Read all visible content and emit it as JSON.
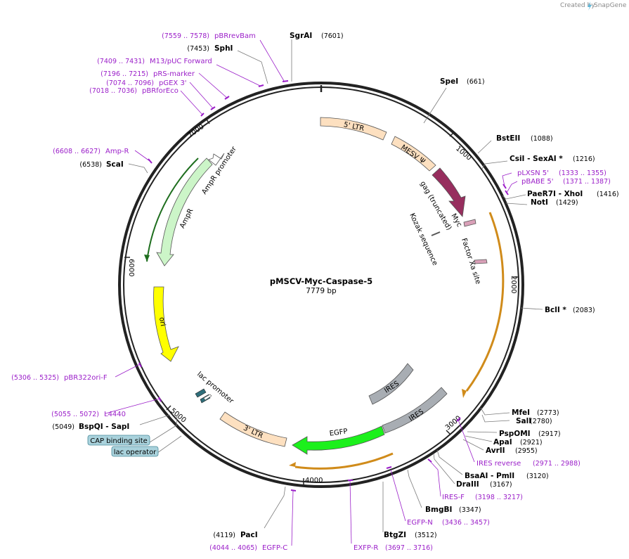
{
  "credit": {
    "prefix": "Created by",
    "brand": "SnapGene"
  },
  "plasmid": {
    "name": "pMSCV-Myc-Caspase-5",
    "size": "7779 bp"
  },
  "ticks": [
    "1000",
    "2000",
    "3000",
    "4000",
    "5000",
    "6000",
    "7000"
  ],
  "features": [
    {
      "id": "ltr5",
      "label": "5' LTR"
    },
    {
      "id": "mesv",
      "label": "MESV Ψ"
    },
    {
      "id": "gag",
      "label": "gag (truncated)"
    },
    {
      "id": "myc",
      "label": "Myc"
    },
    {
      "id": "kozak",
      "label": "Kozak sequence"
    },
    {
      "id": "factorxa",
      "label": "Factor Xa site"
    },
    {
      "id": "ires1",
      "label": "IRES"
    },
    {
      "id": "ires2",
      "label": "IRES"
    },
    {
      "id": "egfp",
      "label": "EGFP"
    },
    {
      "id": "ltr3",
      "label": "3' LTR"
    },
    {
      "id": "lacpromoter",
      "label": "lac promoter"
    },
    {
      "id": "ori",
      "label": "ori"
    },
    {
      "id": "ampr",
      "label": "AmpR"
    },
    {
      "id": "amprpromoter",
      "label": "AmpR promoter"
    }
  ],
  "boxed_labels": [
    "CAP binding site",
    "lac operator"
  ],
  "enzymes_right": [
    {
      "name": "SgrAI",
      "pos": "(7601)"
    },
    {
      "name": "SpeI",
      "pos": "(661)"
    },
    {
      "name": "BstEII",
      "pos": "(1088)"
    },
    {
      "name": "CsiI  - SexAI *",
      "pos": "(1216)"
    },
    {
      "name": "PaeR7I  - XhoI",
      "pos": "(1416)"
    },
    {
      "name": "NotI",
      "pos": "(1429)"
    },
    {
      "name": "BclI *",
      "pos": "(2083)"
    },
    {
      "name": "MfeI",
      "pos": "(2773)"
    },
    {
      "name": "SalI",
      "pos": "(2780)"
    },
    {
      "name": "PspOMI",
      "pos": "(2917)"
    },
    {
      "name": "ApaI",
      "pos": "(2921)"
    },
    {
      "name": "AvrII",
      "pos": "(2955)"
    },
    {
      "name": "BsaAI  - PmlI",
      "pos": "(3120)"
    },
    {
      "name": "DraIII",
      "pos": "(3167)"
    },
    {
      "name": "BmgBI",
      "pos": "(3347)"
    },
    {
      "name": "BtgZI",
      "pos": "(3512)"
    }
  ],
  "enzymes_left": [
    {
      "name": "SphI",
      "pos": "(7453)"
    },
    {
      "name": "ScaI",
      "pos": "(6538)"
    },
    {
      "name": "BspQI  - SapI",
      "pos": "(5049)"
    },
    {
      "name": "PacI",
      "pos": "(4119)"
    }
  ],
  "primers": [
    {
      "name": "pBRrevBam",
      "range": "(7559 .. 7578)"
    },
    {
      "name": "M13/pUC Forward",
      "range": "(7409 .. 7431)"
    },
    {
      "name": "pRS-marker",
      "range": "(7196 .. 7215)"
    },
    {
      "name": "pGEX 3'",
      "range": "(7074 .. 7096)"
    },
    {
      "name": "pBRforEco",
      "range": "(7018 .. 7036)"
    },
    {
      "name": "Amp-R",
      "range": "(6608 .. 6627)"
    },
    {
      "name": "pLXSN 5'",
      "range": "(1333 .. 1355)"
    },
    {
      "name": "pBABE 5'",
      "range": "(1371 .. 1387)"
    },
    {
      "name": "IRES reverse",
      "range": "(2971 .. 2988)"
    },
    {
      "name": "IRES-F",
      "range": "(3198 .. 3217)"
    },
    {
      "name": "EGFP-N",
      "range": "(3436 .. 3457)"
    },
    {
      "name": "EXFP-R",
      "range": "(3697 .. 3716)"
    },
    {
      "name": "EGFP-C",
      "range": "(4044 .. 4065)"
    },
    {
      "name": "pBR322ori-F",
      "range": "(5306 .. 5325)"
    },
    {
      "name": "L4440",
      "range": "(5055 .. 5072)"
    }
  ],
  "colors": {
    "backbone": "#222222",
    "primer": "#9b1fc9",
    "ltr": "#fde0c0",
    "gag": "#972e5e",
    "ires": "#a8adb3",
    "egfp": "#1cf01c",
    "ori": "#ffff00",
    "ampr": "#ccf5c8",
    "orf": "#d08b1a",
    "boxed": "#a9d2dc"
  }
}
